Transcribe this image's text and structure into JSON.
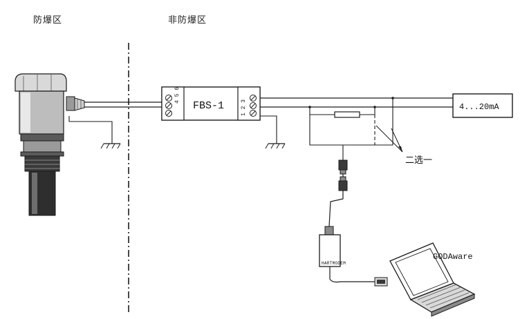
{
  "zones": {
    "hazardous_label": "防爆区",
    "safe_label": "非防爆区"
  },
  "barrier": {
    "name": "FBS-1",
    "left_terminals": "4 5 6",
    "right_terminals": "1 2 3"
  },
  "output": {
    "signal_label": "4...20mA"
  },
  "annotation": {
    "choose_one": "二选一"
  },
  "modem": {
    "label": "HARTMODEM"
  },
  "computer": {
    "software_label": "GODAware"
  },
  "colors": {
    "line": "#1a1a1a",
    "fill_dark": "#3a3a3a",
    "fill_mid": "#8a8a8a",
    "fill_light": "#d9d9d9"
  }
}
